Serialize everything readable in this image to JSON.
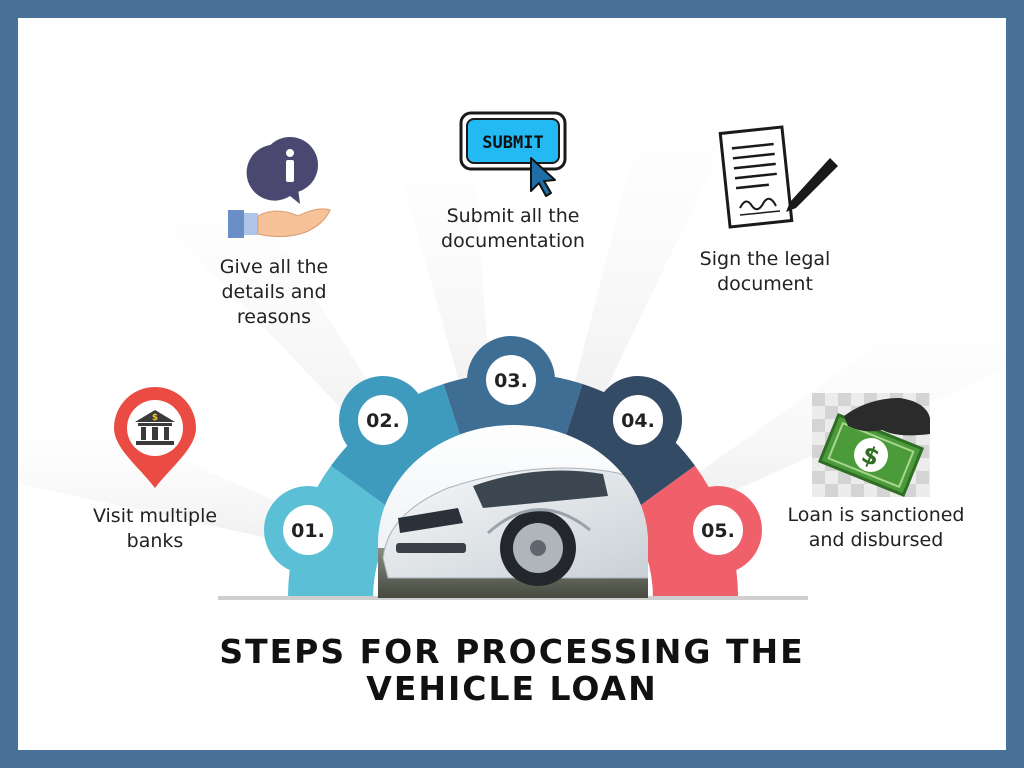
{
  "title": {
    "line1": "STEPS FOR PROCESSING THE",
    "line2": "VEHICLE LOAN"
  },
  "steps": [
    {
      "number": "01.",
      "line1": "Visit multiple",
      "line2": "banks",
      "icon": "bank-location-pin-icon",
      "color": "#5bc0d6"
    },
    {
      "number": "02.",
      "line1": "Give all the",
      "line2": "details and",
      "line3": "reasons",
      "icon": "info-hand-icon",
      "color": "#3f9bbd"
    },
    {
      "number": "03.",
      "line1": "Submit all the",
      "line2": "documentation",
      "icon": "submit-button-icon",
      "color": "#3f6e95"
    },
    {
      "number": "04.",
      "line1": "Sign the legal",
      "line2": "document",
      "icon": "signed-document-icon",
      "color": "#344b66"
    },
    {
      "number": "05.",
      "line1": "Loan is sanctioned",
      "line2": "and disbursed",
      "icon": "money-hand-icon",
      "color": "#f0606a"
    }
  ],
  "icons": {
    "submit_label": "SUBMIT",
    "bank_symbol": "$",
    "money_symbol": "$"
  },
  "center_image": "car-photo"
}
